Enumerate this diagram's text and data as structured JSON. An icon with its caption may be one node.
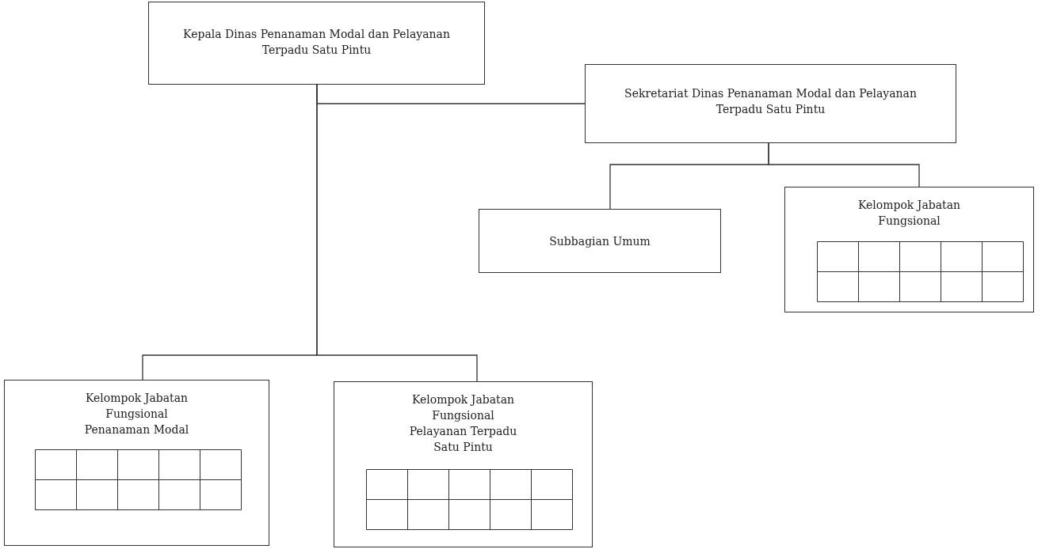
{
  "diagram": {
    "nodes": [
      {
        "text": [
          "Kepala Dinas Penanaman Modal dan Pelayanan Terpadu Satu Pintu"
        ]
      },
      {
        "text": [
          "Sekretariat Dinas Penanaman Modal dan Pelayanan Terpadu Satu Pintu"
        ]
      },
      {
        "text": [
          "Subbagian Umum"
        ]
      },
      {
        "text": [
          "Kelompok Jabatan Fungsional"
        ]
      },
      {
        "text": [
          "Kelompok Jabatan Fungsional Penanaman Modal"
        ]
      },
      {
        "text": [
          "Kelompok Jabatan Fungsional Pelayanan Terpadu Satu Pintu"
        ]
      }
    ],
    "edges": [
      {
        "from": 0,
        "to": 1,
        "arrow": "none"
      },
      {
        "from": 0,
        "to": 4,
        "arrow": "none"
      },
      {
        "from": 0,
        "to": 5,
        "arrow": "none"
      },
      {
        "from": 1,
        "to": 2,
        "arrow": "none"
      },
      {
        "from": 1,
        "to": 3,
        "arrow": "none"
      }
    ]
  }
}
